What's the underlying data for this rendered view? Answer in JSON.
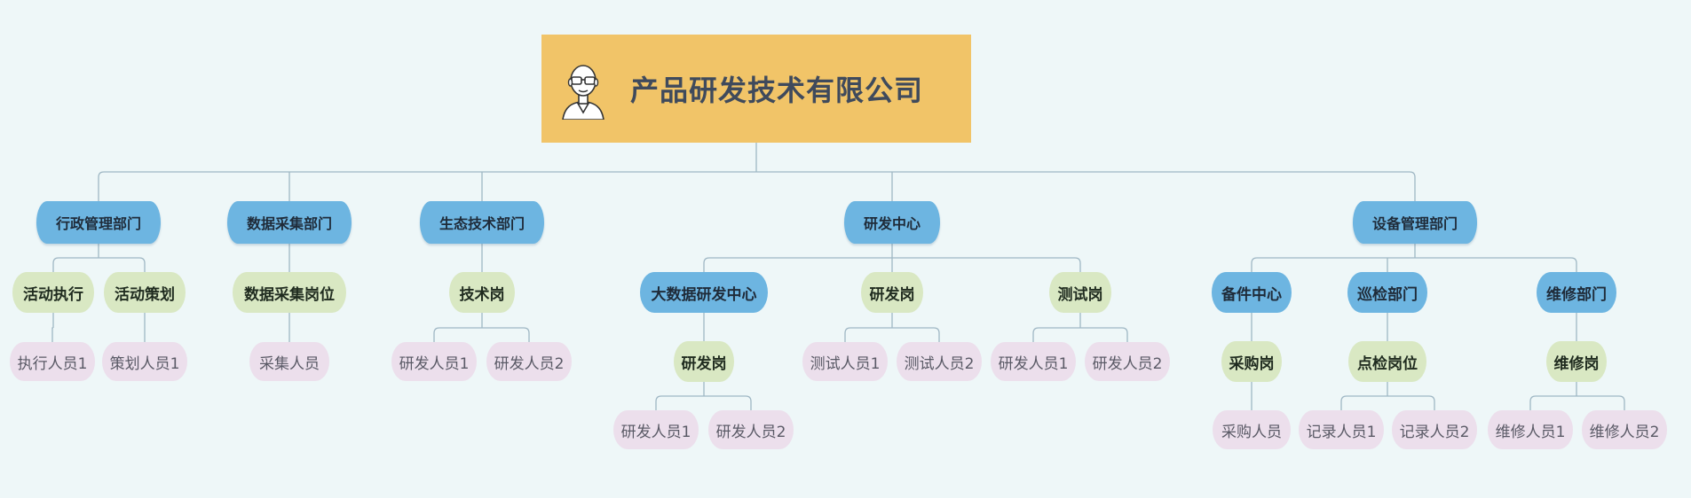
{
  "root": {
    "title": "产品研发技术有限公司",
    "icon": "person-avatar-icon"
  },
  "colors": {
    "background": "#eef7f8",
    "root": "#f1c468",
    "department": "#6db5e1",
    "position": "#d9e8c3",
    "staff": "#ecdfec",
    "connector": "#9fb7c4"
  },
  "departments": [
    {
      "label": "行政管理部门"
    },
    {
      "label": "数据采集部门"
    },
    {
      "label": "生态技术部门"
    },
    {
      "label": "研发中心"
    },
    {
      "label": "设备管理部门"
    }
  ],
  "groups": [
    {
      "label": "活动执行"
    },
    {
      "label": "活动策划"
    },
    {
      "label": "数据采集岗位"
    },
    {
      "label": "技术岗"
    },
    {
      "label": "大数据研发中心"
    },
    {
      "label": "研发岗"
    },
    {
      "label": "测试岗"
    },
    {
      "label": "备件中心"
    },
    {
      "label": "巡检部门"
    },
    {
      "label": "维修部门"
    }
  ],
  "roles": [
    {
      "label": "研发岗"
    },
    {
      "label": "采购岗"
    },
    {
      "label": "点检岗位"
    },
    {
      "label": "维修岗"
    }
  ],
  "staff": [
    {
      "label": "执行人员1"
    },
    {
      "label": "策划人员1"
    },
    {
      "label": "采集人员"
    },
    {
      "label": "研发人员1"
    },
    {
      "label": "研发人员2"
    },
    {
      "label": "研发人员1"
    },
    {
      "label": "研发人员2"
    },
    {
      "label": "测试人员1"
    },
    {
      "label": "测试人员2"
    },
    {
      "label": "研发人员1"
    },
    {
      "label": "研发人员2"
    },
    {
      "label": "采购人员"
    },
    {
      "label": "记录人员1"
    },
    {
      "label": "记录人员2"
    },
    {
      "label": "维修人员1"
    },
    {
      "label": "维修人员2"
    }
  ]
}
